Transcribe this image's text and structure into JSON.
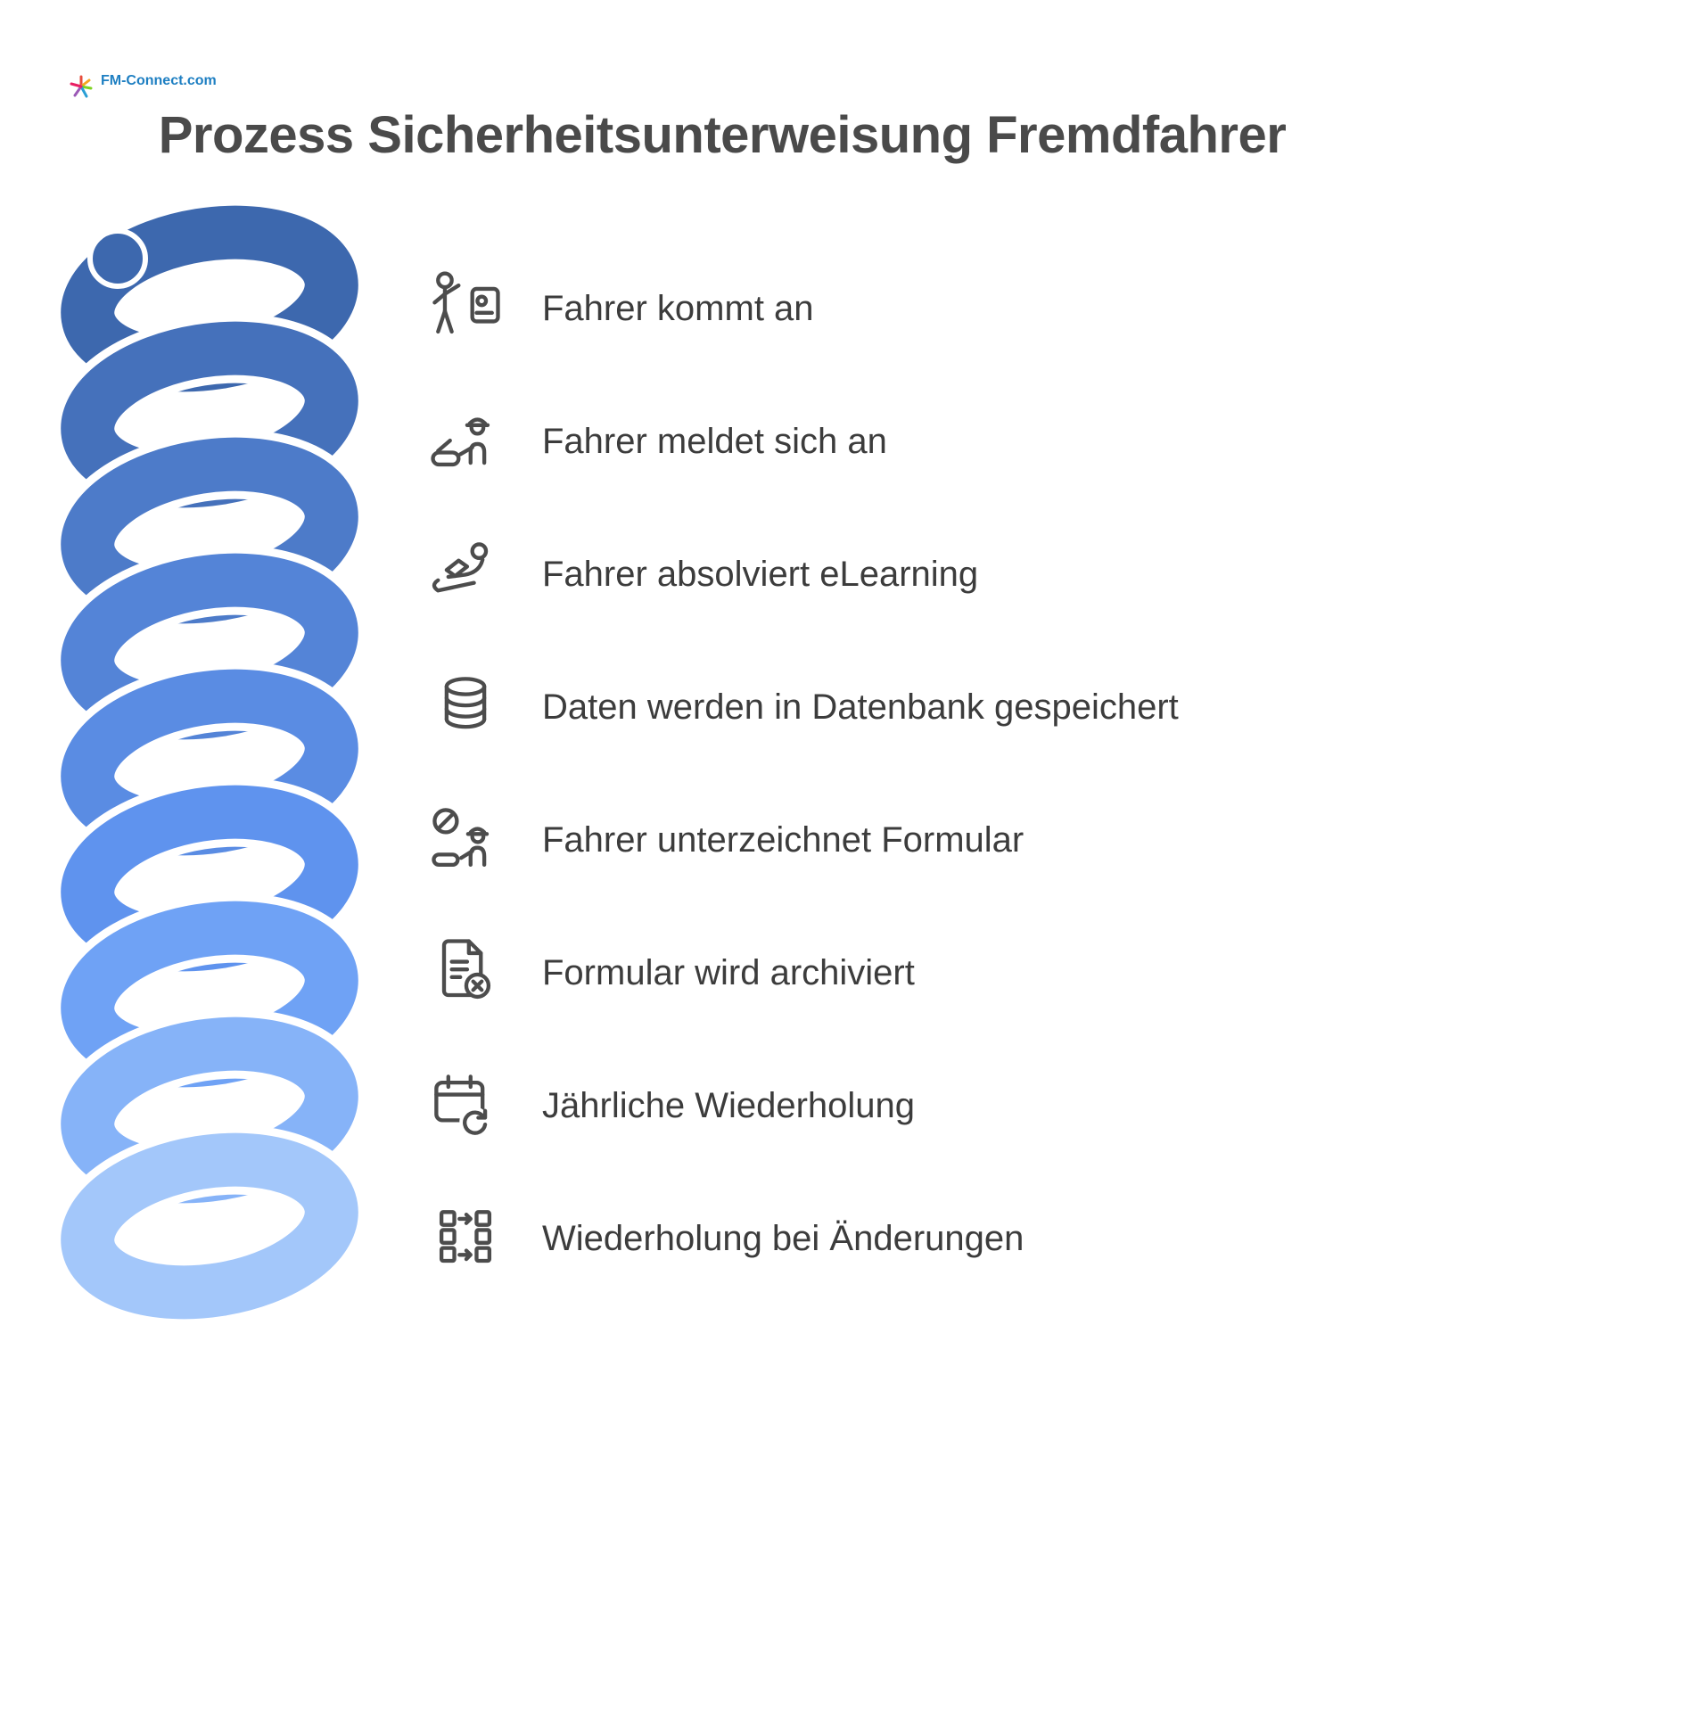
{
  "logo": {
    "text": "FM-Connect.com",
    "icon": "starburst-icon"
  },
  "title": "Prozess Sicherheitsunterweisung Fremdfahrer",
  "steps": [
    {
      "icon": "driver-arrives-icon",
      "label": "Fahrer kommt an"
    },
    {
      "icon": "driver-checkin-icon",
      "label": "Fahrer meldet sich an"
    },
    {
      "icon": "elearning-icon",
      "label": "Fahrer absolviert eLearning"
    },
    {
      "icon": "database-icon",
      "label": "Daten werden in Datenbank gespeichert"
    },
    {
      "icon": "sign-form-icon",
      "label": "Fahrer unterzeichnet Formular"
    },
    {
      "icon": "archive-document-icon",
      "label": "Formular wird archiviert"
    },
    {
      "icon": "annual-repeat-icon",
      "label": "Jährliche Wiederholung"
    },
    {
      "icon": "change-repeat-icon",
      "label": "Wiederholung bei Änderungen"
    }
  ],
  "spiral": {
    "coil_colors": [
      "#3d68ae",
      "#4571bb",
      "#4d7bc9",
      "#5484d7",
      "#5a8ce3",
      "#5f93ee",
      "#6fa2f5",
      "#86b3f8",
      "#a3c7fa"
    ],
    "tube_gap_color": "#ffffff"
  }
}
